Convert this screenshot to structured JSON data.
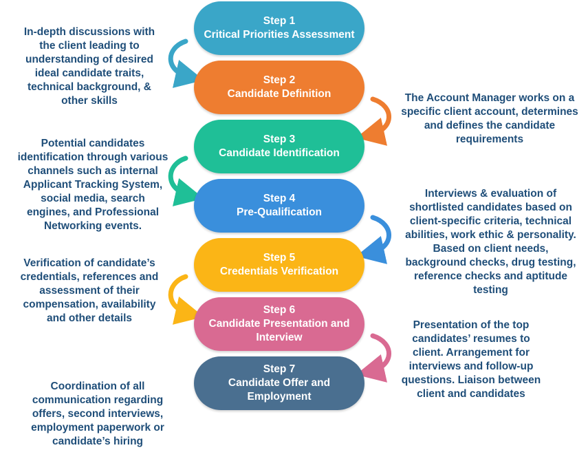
{
  "steps": [
    {
      "number": "Step 1",
      "title": "Critical Priorities Assessment",
      "color": "#3aa6c8"
    },
    {
      "number": "Step 2",
      "title": "Candidate Definition",
      "color": "#ee7d30"
    },
    {
      "number": "Step 3",
      "title": "Candidate Identification",
      "color": "#1fbf97"
    },
    {
      "number": "Step 4",
      "title": "Pre-Qualification",
      "color": "#3a8fdc"
    },
    {
      "number": "Step 5",
      "title": "Credentials Verification",
      "color": "#fbb516"
    },
    {
      "number": "Step 6",
      "title": "Candidate Presentation and Interview",
      "color": "#d96a92"
    },
    {
      "number": "Step 7",
      "title": "Candidate Offer and Employment",
      "color": "#4a6f90"
    }
  ],
  "descriptions": [
    {
      "text": "In-depth discussions with\nthe client leading to\nunderstanding of desired\nideal candidate traits,\ntechnical background, &\nother skills"
    },
    {
      "text": "The Account Manager works on a\nspecific client account, determines\nand defines the candidate\nrequirements"
    },
    {
      "text": "Potential candidates\nidentification through various\nchannels such as internal\nApplicant Tracking System,\nsocial media, search\nengines, and Professional\nNetworking events."
    },
    {
      "text": "Interviews & evaluation of\nshortlisted candidates based on\nclient-specific criteria, technical\nabilities, work ethic & personality.\nBased on  client needs,\nbackground checks, drug testing,\nreference checks and aptitude\ntesting"
    },
    {
      "text": "Verification of candidate’s\ncredentials, references and\nassessment of their\ncompensation, availability\nand other details"
    },
    {
      "text": "Presentation of the top\ncandidates’ resumes to\nclient. Arrangement for\ninterviews and follow-up\nquestions. Liaison between\nclient and candidates"
    },
    {
      "text": "Coordination of all\ncommunication regarding\noffers, second interviews,\nemployment paperwork or\ncandidate’s hiring"
    }
  ],
  "text_color": "#1f4e79"
}
